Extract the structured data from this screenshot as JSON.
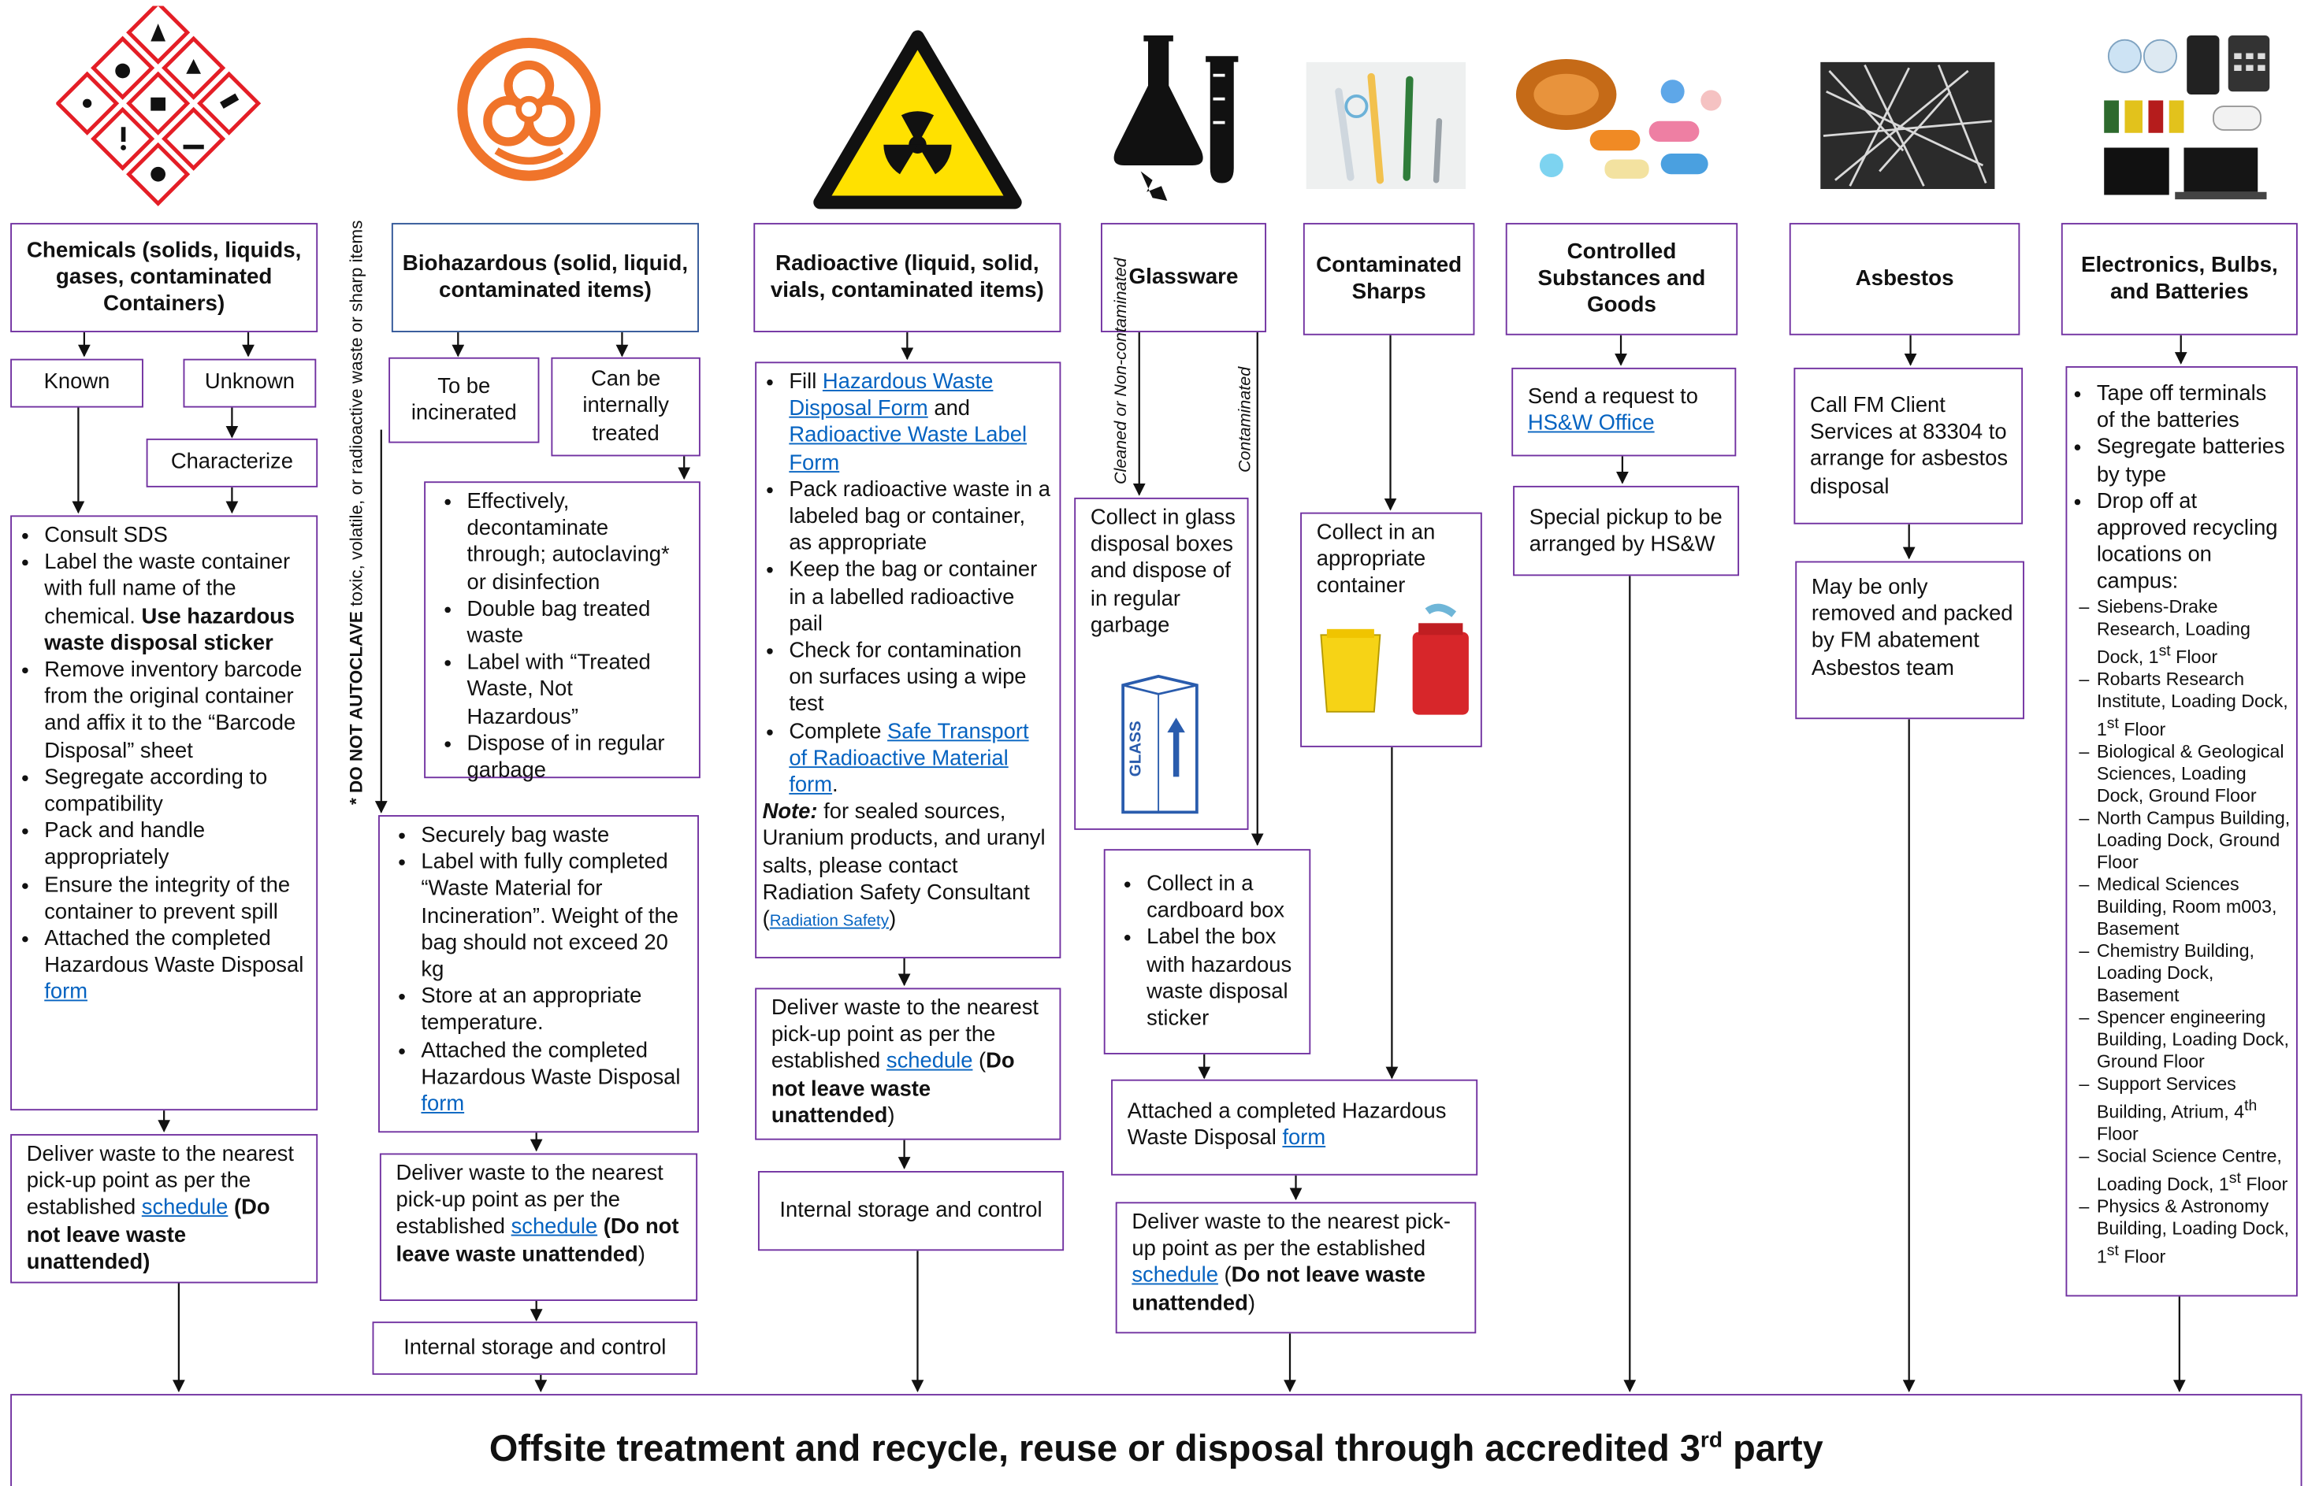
{
  "colors": {
    "box_border": "#7030a0",
    "bio_border": "#2f5597",
    "link": "#0563c1",
    "biohazard_orange": "#f0742a",
    "radiation_yellow": "#ffe100",
    "ghs_red": "#e41e26"
  },
  "icons": {
    "chemicals": "ghs-hazard-pictograms-icon",
    "biohazard": "biohazard-symbol-icon",
    "radioactive": "radiation-trefoil-icon",
    "glassware": "broken-flask-icon",
    "sharps": "syringes-photo-icon",
    "controlled": "pills-photo-icon",
    "asbestos": "asbestos-fibres-photo-icon",
    "electronics": "electronics-bulbs-batteries-icon"
  },
  "headers": {
    "chemicals": "Chemicals (solids, liquids, gases, contaminated Containers)",
    "biohazardous": "Biohazardous (solid, liquid, contaminated items)",
    "radioactive": "Radioactive (liquid, solid, vials, contaminated items)",
    "glassware": "Glassware",
    "sharps": "Contaminated Sharps",
    "controlled": "Controlled Substances and Goods",
    "asbestos": "Asbestos",
    "electronics": "Electronics, Bulbs, and Batteries"
  },
  "chemicals": {
    "known": "Known",
    "unknown": "Unknown",
    "characterize": "Characterize",
    "steps": [
      {
        "text": "Consult SDS"
      },
      {
        "text": "Label the waste container with full name of the chemical. ",
        "bold": "Use hazardous waste disposal sticker"
      },
      {
        "text": "Remove inventory barcode from the original container and affix it to the “Barcode Disposal” sheet"
      },
      {
        "text": "Segregate according to compatibility"
      },
      {
        "text": "Pack and handle appropriately"
      },
      {
        "text": "Ensure the integrity of the container to prevent spill"
      },
      {
        "text": "Attached the completed Hazardous Waste Disposal ",
        "link": "form"
      }
    ],
    "deliver": {
      "pre": "Deliver waste to the nearest pick-up point as per the established ",
      "link": "schedule",
      "bold": " (Do not leave waste unattended)"
    }
  },
  "bio": {
    "incinerated": "To be incinerated",
    "internal": "Can be internally treated",
    "side_note_bold": "* DO NOT AUTOCLAVE",
    "side_note": " toxic, volatile, or radioactive waste or sharp items",
    "treat_steps": [
      "Effectively, decontaminate through; autoclaving* or disinfection",
      "Double bag treated waste",
      "Label with “Treated Waste, Not Hazardous”",
      "Dispose of in regular garbage"
    ],
    "incin_steps": [
      {
        "text": "Securely bag waste"
      },
      {
        "text": "Label with fully completed “Waste Material for Incineration”. Weight of the bag should not exceed 20 kg"
      },
      {
        "text": "Store at an appropriate temperature."
      },
      {
        "text": "Attached the completed Hazardous Waste Disposal ",
        "link": "form"
      }
    ],
    "deliver": {
      "pre": "Deliver waste to the nearest pick-up point as per the established ",
      "link": "schedule",
      "bold": " (Do not leave waste unattended",
      "post": ")"
    },
    "storage": "Internal storage and control"
  },
  "rad": {
    "steps": [
      {
        "pre": "Fill ",
        "link": "Hazardous Waste Disposal Form",
        "mid": " and ",
        "link2": "Radioactive Waste Label Form"
      },
      {
        "pre": "Pack radioactive waste in a labeled bag or container, as appropriate"
      },
      {
        "pre": "Keep the bag or container in a labelled radioactive pail"
      },
      {
        "pre": "Check for contamination on surfaces using a wipe test"
      },
      {
        "pre": "Complete ",
        "link": "Safe Transport of Radioactive Material form",
        "post": "."
      }
    ],
    "note_label": "Note:",
    "note": " for sealed sources, Uranium products, and uranyl salts, please contact Radiation Safety Consultant (",
    "note_link": "Radiation Safety",
    "note_end": ")",
    "deliver": {
      "pre": "Deliver waste to the nearest pick-up point as per the established ",
      "link": "schedule",
      "bold_open": " (",
      "bold": "Do not leave waste unattended",
      "post": ")"
    },
    "storage": "Internal storage and control"
  },
  "glass": {
    "clean_label": "Cleaned or Non-contaminated",
    "contam_label": "Contaminated",
    "collect": "Collect in glass disposal boxes and dispose of in regular garbage",
    "box_text": "GLASS",
    "cardboard": [
      "Collect in a cardboard box",
      "Label the box with hazardous waste disposal sticker"
    ]
  },
  "sharps": {
    "collect": "Collect in an appropriate container",
    "attach": {
      "pre": "Attached a completed Hazardous Waste Disposal ",
      "link": "form"
    },
    "deliver": {
      "pre": "Deliver waste to the nearest pick-up point as per the established ",
      "link": "schedule",
      "bold_open": " (",
      "bold": "Do not leave waste unattended",
      "post": ")"
    }
  },
  "controlled": {
    "request_pre": "Send a request to ",
    "request_link": "HS&W Office",
    "pickup": "Special pickup to be arranged by HS&W"
  },
  "asbestos": {
    "call": "Call FM Client Services at 83304 to arrange for asbestos disposal",
    "removal": "May be only removed and packed by FM abatement Asbestos team"
  },
  "electronics": {
    "steps": [
      "Tape off terminals of the batteries",
      "Segregate batteries by type",
      "Drop off at approved recycling locations on campus:"
    ],
    "locations": [
      {
        "pre": "Siebens-Drake Research, Loading Dock, 1",
        "sup": "st",
        "post": " Floor"
      },
      {
        "pre": "Robarts Research Institute, Loading Dock, 1",
        "sup": "st",
        "post": " Floor"
      },
      {
        "pre": "Biological & Geological Sciences, Loading Dock, Ground Floor"
      },
      {
        "pre": "North Campus Building, Loading Dock, Ground Floor"
      },
      {
        "pre": "Medical Sciences Building, Room m003, Basement"
      },
      {
        "pre": "Chemistry Building, Loading Dock, Basement"
      },
      {
        "pre": "Spencer engineering Building, Loading Dock, Ground Floor"
      },
      {
        "pre": "Support Services Building, Atrium, 4",
        "sup": "th",
        "post": " Floor"
      },
      {
        "pre": "Social Science Centre, Loading Dock, 1",
        "sup": "st",
        "post": " Floor"
      },
      {
        "pre": "Physics & Astronomy Building, Loading Dock, 1",
        "sup": "st",
        "post": " Floor"
      }
    ]
  },
  "footer": {
    "pre": "Offsite treatment and recycle, reuse or disposal through accredited 3",
    "sup": "rd",
    "post": " party"
  }
}
